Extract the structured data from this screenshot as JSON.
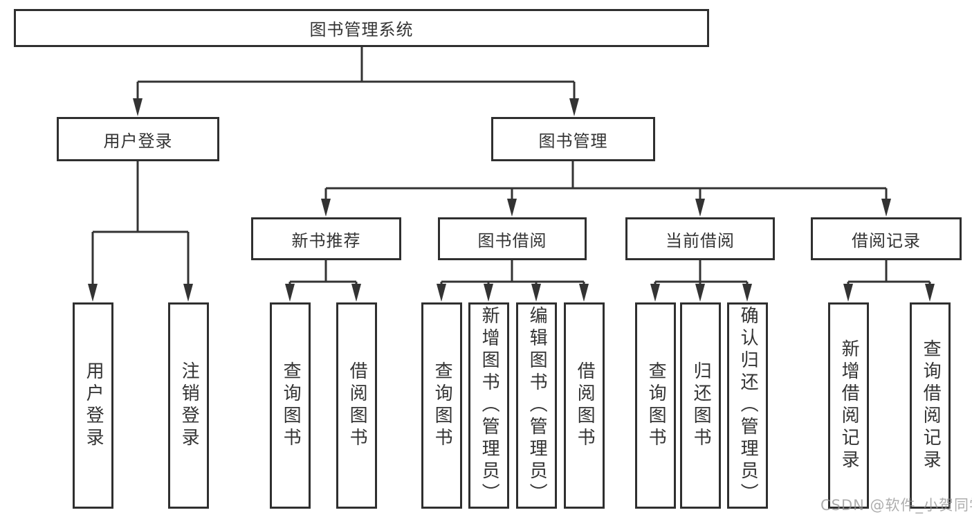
{
  "tree": {
    "root": "图书管理系统",
    "level2": [
      {
        "label": "用户登录",
        "leaves": [
          "用户登录",
          "注销登录"
        ]
      },
      {
        "label": "图书管理"
      }
    ],
    "level3": [
      {
        "label": "新书推荐",
        "leaves": [
          "查询图书",
          "借阅图书"
        ]
      },
      {
        "label": "图书借阅",
        "leaves": [
          "查询图书",
          "新增图书（管理员）",
          "编辑图书（管理员）",
          "借阅图书"
        ]
      },
      {
        "label": "当前借阅",
        "leaves": [
          "查询图书",
          "归还图书",
          "确认归还（管理员）"
        ]
      },
      {
        "label": "借阅记录",
        "leaves": [
          "新增借阅记录",
          "查询借阅记录"
        ]
      }
    ]
  },
  "watermark": "CSDN @软件_小贺同学",
  "colors": {
    "line": "#333333",
    "border": "#2f2f2f",
    "text": "#333333",
    "watermark": "#919191",
    "background": "#ffffff"
  }
}
